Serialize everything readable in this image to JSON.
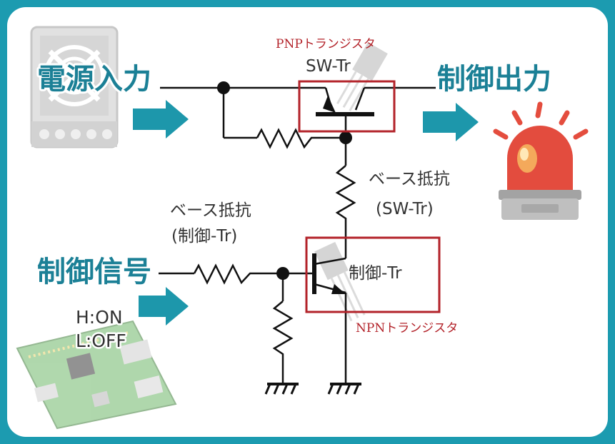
{
  "colors": {
    "frame": "#1c9bb0",
    "label": "#1b8096",
    "arrow": "#1d97ab",
    "highlight_box": "#b3232a",
    "wire": "#111111"
  },
  "labels": {
    "power_input": "電源入力",
    "control_output": "制御出力",
    "control_signal": "制御信号",
    "signal_high": "H:ON",
    "signal_low": "L:OFF"
  },
  "components": {
    "sw_tr": {
      "type_note": "PNPトランジスタ",
      "name": "SW-Tr"
    },
    "ctrl_tr": {
      "type_note": "NPNトランジスタ",
      "name": "制御-Tr"
    },
    "base_resistor_sw": {
      "line1": "ベース抵抗",
      "line2": "(SW-Tr)"
    },
    "base_resistor_ctrl": {
      "line1": "ベース抵抗",
      "line2": "(制御-Tr)"
    }
  },
  "icons": [
    "power-supply-icon",
    "warning-lamp-icon",
    "circuit-board-icon",
    "transistor-icon",
    "arrow-right-icon",
    "ground-icon"
  ]
}
